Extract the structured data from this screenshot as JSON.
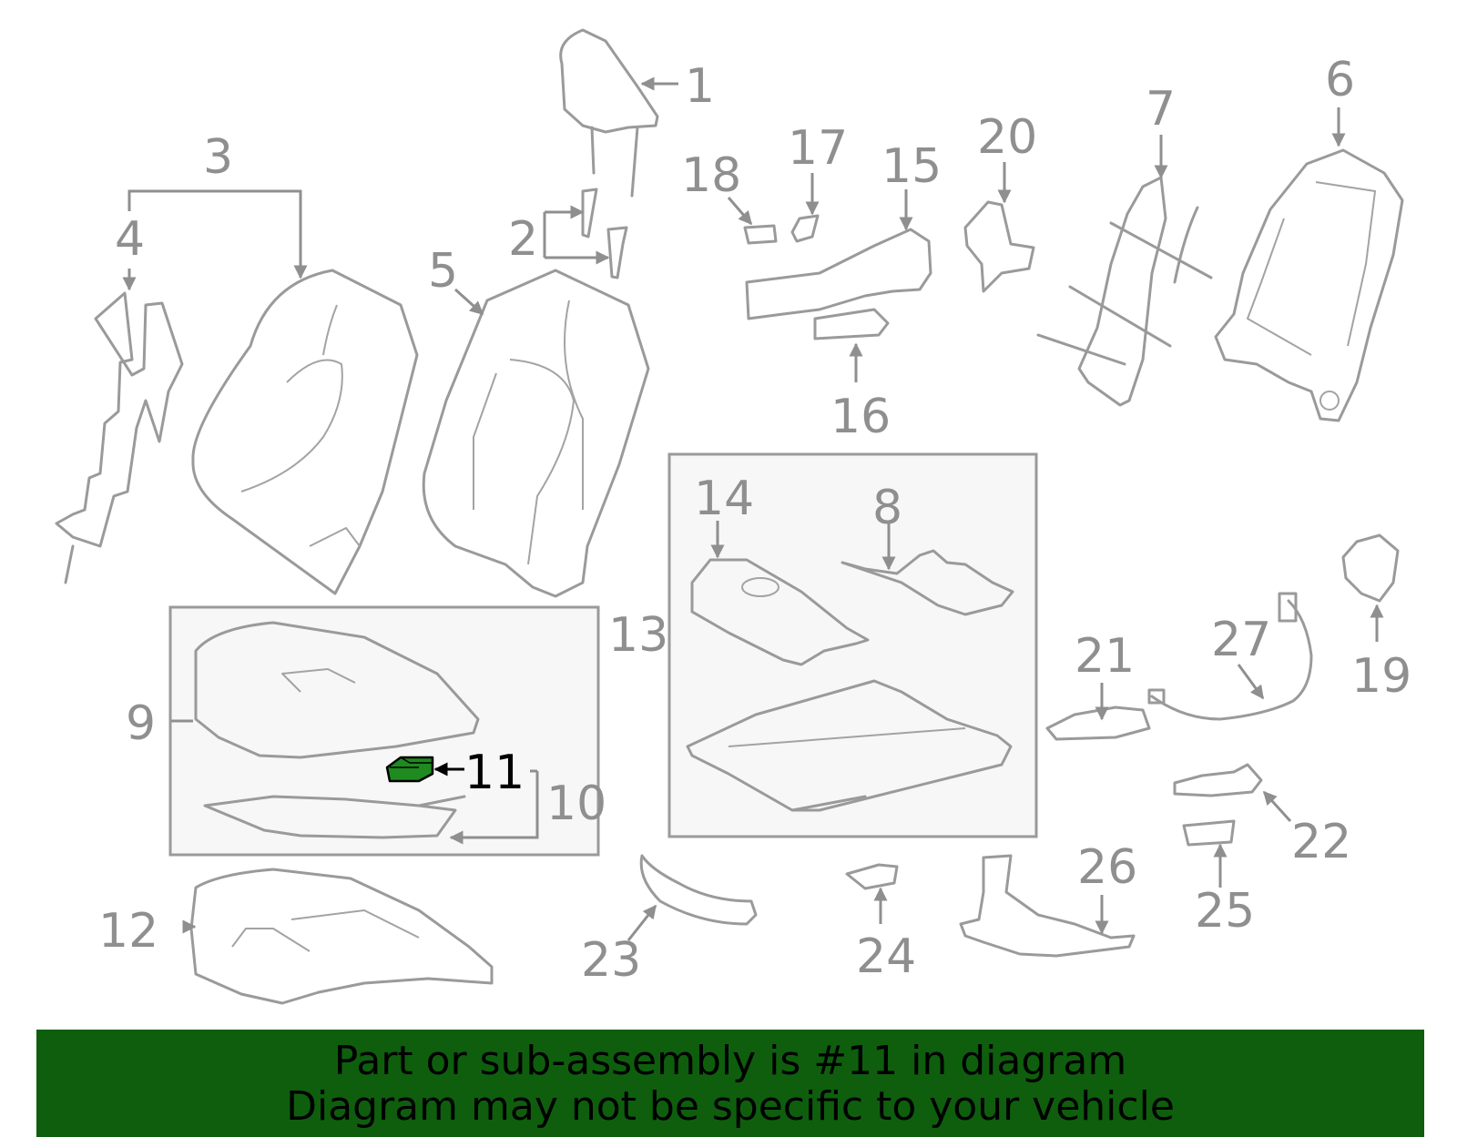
{
  "diagram": {
    "highlighted_part": "11",
    "highlight_color": "#1f8a1f",
    "callouts": [
      "1",
      "2",
      "3",
      "4",
      "5",
      "6",
      "7",
      "8",
      "9",
      "10",
      "11",
      "12",
      "13",
      "14",
      "15",
      "16",
      "17",
      "18",
      "19",
      "20",
      "21",
      "22",
      "23",
      "24",
      "25",
      "26",
      "27"
    ]
  },
  "banner": {
    "line1": "Part or sub-assembly is #11 in diagram",
    "line2": "Diagram may not be specific to your vehicle",
    "background": "#0e5e0e"
  }
}
